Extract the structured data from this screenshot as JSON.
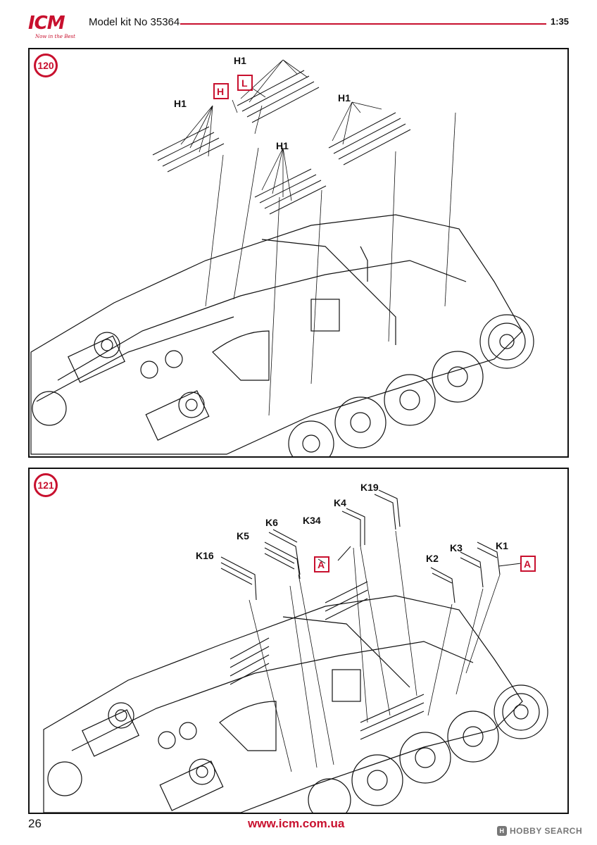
{
  "header": {
    "logo_text": "ICM",
    "logo_tagline": "Now in the Best",
    "kit_title": "Model kit No 35364",
    "scale": "1:35"
  },
  "colors": {
    "accent": "#c8102e",
    "line": "#111111"
  },
  "steps": [
    {
      "number": "120",
      "labels": [
        "H1",
        "H1",
        "H1",
        "H1"
      ],
      "callouts": [
        "H",
        "L"
      ]
    },
    {
      "number": "121",
      "labels": [
        "K19",
        "K4",
        "K34",
        "K6",
        "K5",
        "K16",
        "K2",
        "K3",
        "K1"
      ],
      "callouts": [
        "A",
        "A"
      ]
    }
  ],
  "footer": {
    "page_number": "26",
    "url": "www.icm.com.ua",
    "watermark": "HOBBY SEARCH"
  }
}
